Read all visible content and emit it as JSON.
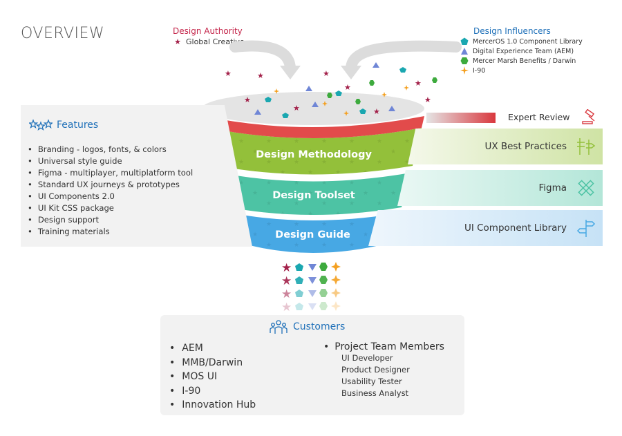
{
  "title": "OVERVIEW",
  "authority": {
    "heading": "Design Authority",
    "items": [
      "Global Creative"
    ]
  },
  "influencers": {
    "heading": "Design Influencers",
    "items": [
      {
        "label": "MercerOS 1.0 Component Library",
        "marker": "pentagon",
        "color": "#1aa7b0"
      },
      {
        "label": "Digital Experience Team (AEM)",
        "marker": "triangle",
        "color": "#6f86d6"
      },
      {
        "label": "Mercer Marsh Benefits / Darwin",
        "marker": "hexagon",
        "color": "#3daa3d"
      },
      {
        "label": "I-90",
        "marker": "sparkle",
        "color": "#f4a020"
      }
    ]
  },
  "features": {
    "heading": "Features",
    "icon": "stars-icon",
    "items": [
      "Branding - logos, fonts, & colors",
      "Universal style guide",
      "Figma - multiplayer, multiplatform tool",
      "Standard UX journeys & prototypes",
      "UI Components 2.0",
      "UI Kit CSS package",
      "Design support",
      "Training materials"
    ]
  },
  "funnel": {
    "stages": [
      "Design Methodology",
      "Design Toolset",
      "Design Guide"
    ]
  },
  "right_bands": [
    {
      "label": "Expert Review",
      "icon": "gavel-icon",
      "color": "#d9383e"
    },
    {
      "label": "UX Best Practices",
      "icon": "signpost-icon",
      "color": "#93c03a"
    },
    {
      "label": "Figma",
      "icon": "ruler-pencil-icon",
      "color": "#4dc3a4"
    },
    {
      "label": "UI Component Library",
      "icon": "direction-sign-icon",
      "color": "#47a8e4"
    }
  ],
  "customers": {
    "heading": "Customers",
    "icon": "people-icon",
    "left_items": [
      "AEM",
      "MMB/Darwin",
      "MOS UI",
      "I-90",
      "Innovation Hub"
    ],
    "right_main": "Project Team Members",
    "right_sub": [
      "UI Developer",
      "Product Designer",
      "Usability Tester",
      "Business Analyst"
    ]
  },
  "colors": {
    "star": "#a3214a",
    "pentagon": "#1aa7b0",
    "triangle": "#6f86d6",
    "hexagon": "#3daa3d",
    "sparkle": "#f4a020",
    "accent_blue": "#1d6fb8",
    "accent_red": "#c4254a"
  }
}
